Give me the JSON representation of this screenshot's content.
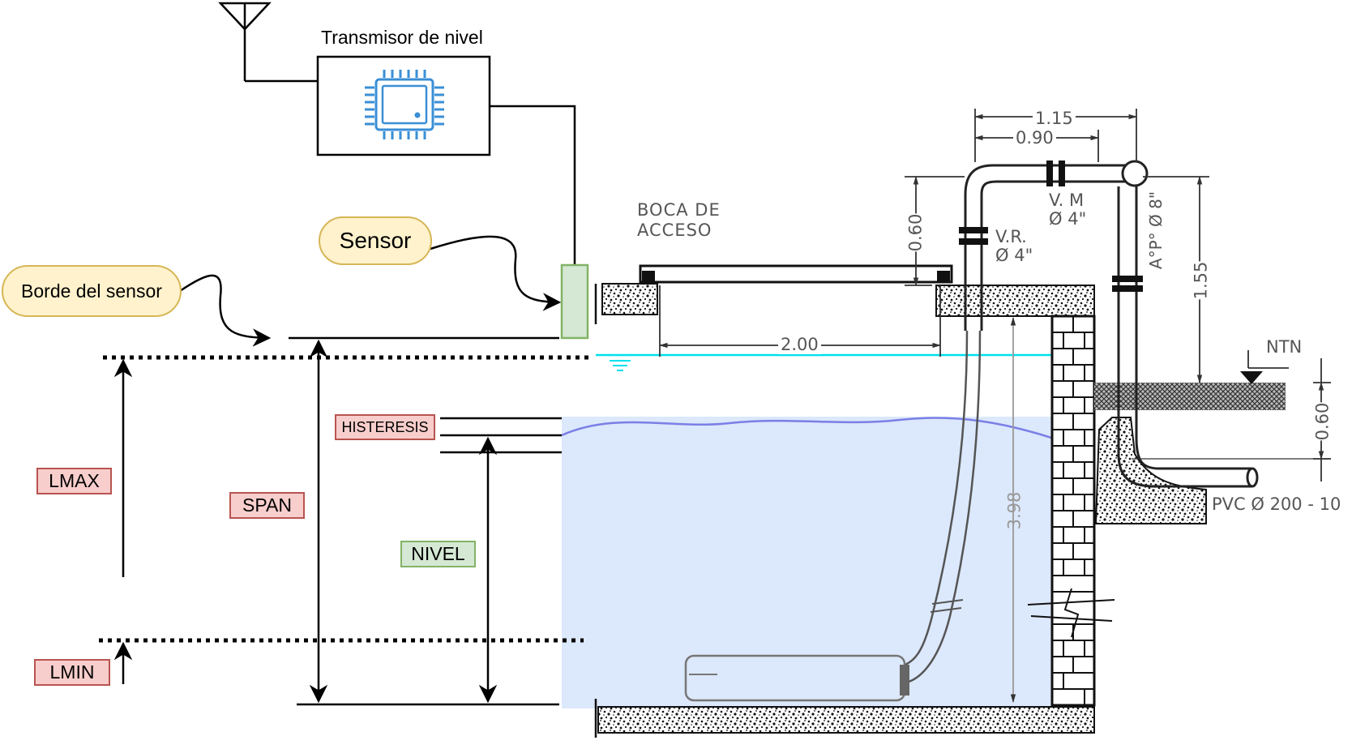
{
  "transmitter": {
    "label": "Transmisor de nivel",
    "icon": "chip-icon",
    "icon_color": "#3a8fd6"
  },
  "callouts": {
    "sensor": "Sensor",
    "sensor_edge": "Borde del sensor"
  },
  "tags": {
    "lmax": "LMAX",
    "span": "SPAN",
    "histeresis": "HISTERESIS",
    "nivel": "NIVEL",
    "lmin": "LMIN"
  },
  "cad": {
    "boca": [
      "BOCA DE",
      "ACCESO"
    ],
    "vr": [
      "V.R.",
      "Ø 4\""
    ],
    "vm": [
      "V. M",
      "Ø 4\""
    ],
    "app": "A°P° Ø 8\"",
    "ntn": "NTN",
    "pvc": "PVC Ø 200 - 10",
    "dims": {
      "d115": "1.15",
      "d090": "0.90",
      "d060a": "0.60",
      "d155": "1.55",
      "d200": "2.00",
      "d398": "3.98",
      "d060b": "0.60"
    }
  },
  "colors": {
    "water_fill": "#dce8fb",
    "water_wave": "#7b7fe6",
    "water_surface": "#00e0ee",
    "sensor_fill": "#d5e8d4",
    "tag_red_fill": "#f8cecc",
    "tag_red_border": "#b85450",
    "pill_fill": "#fff2cc",
    "pill_border": "#d6b656"
  }
}
